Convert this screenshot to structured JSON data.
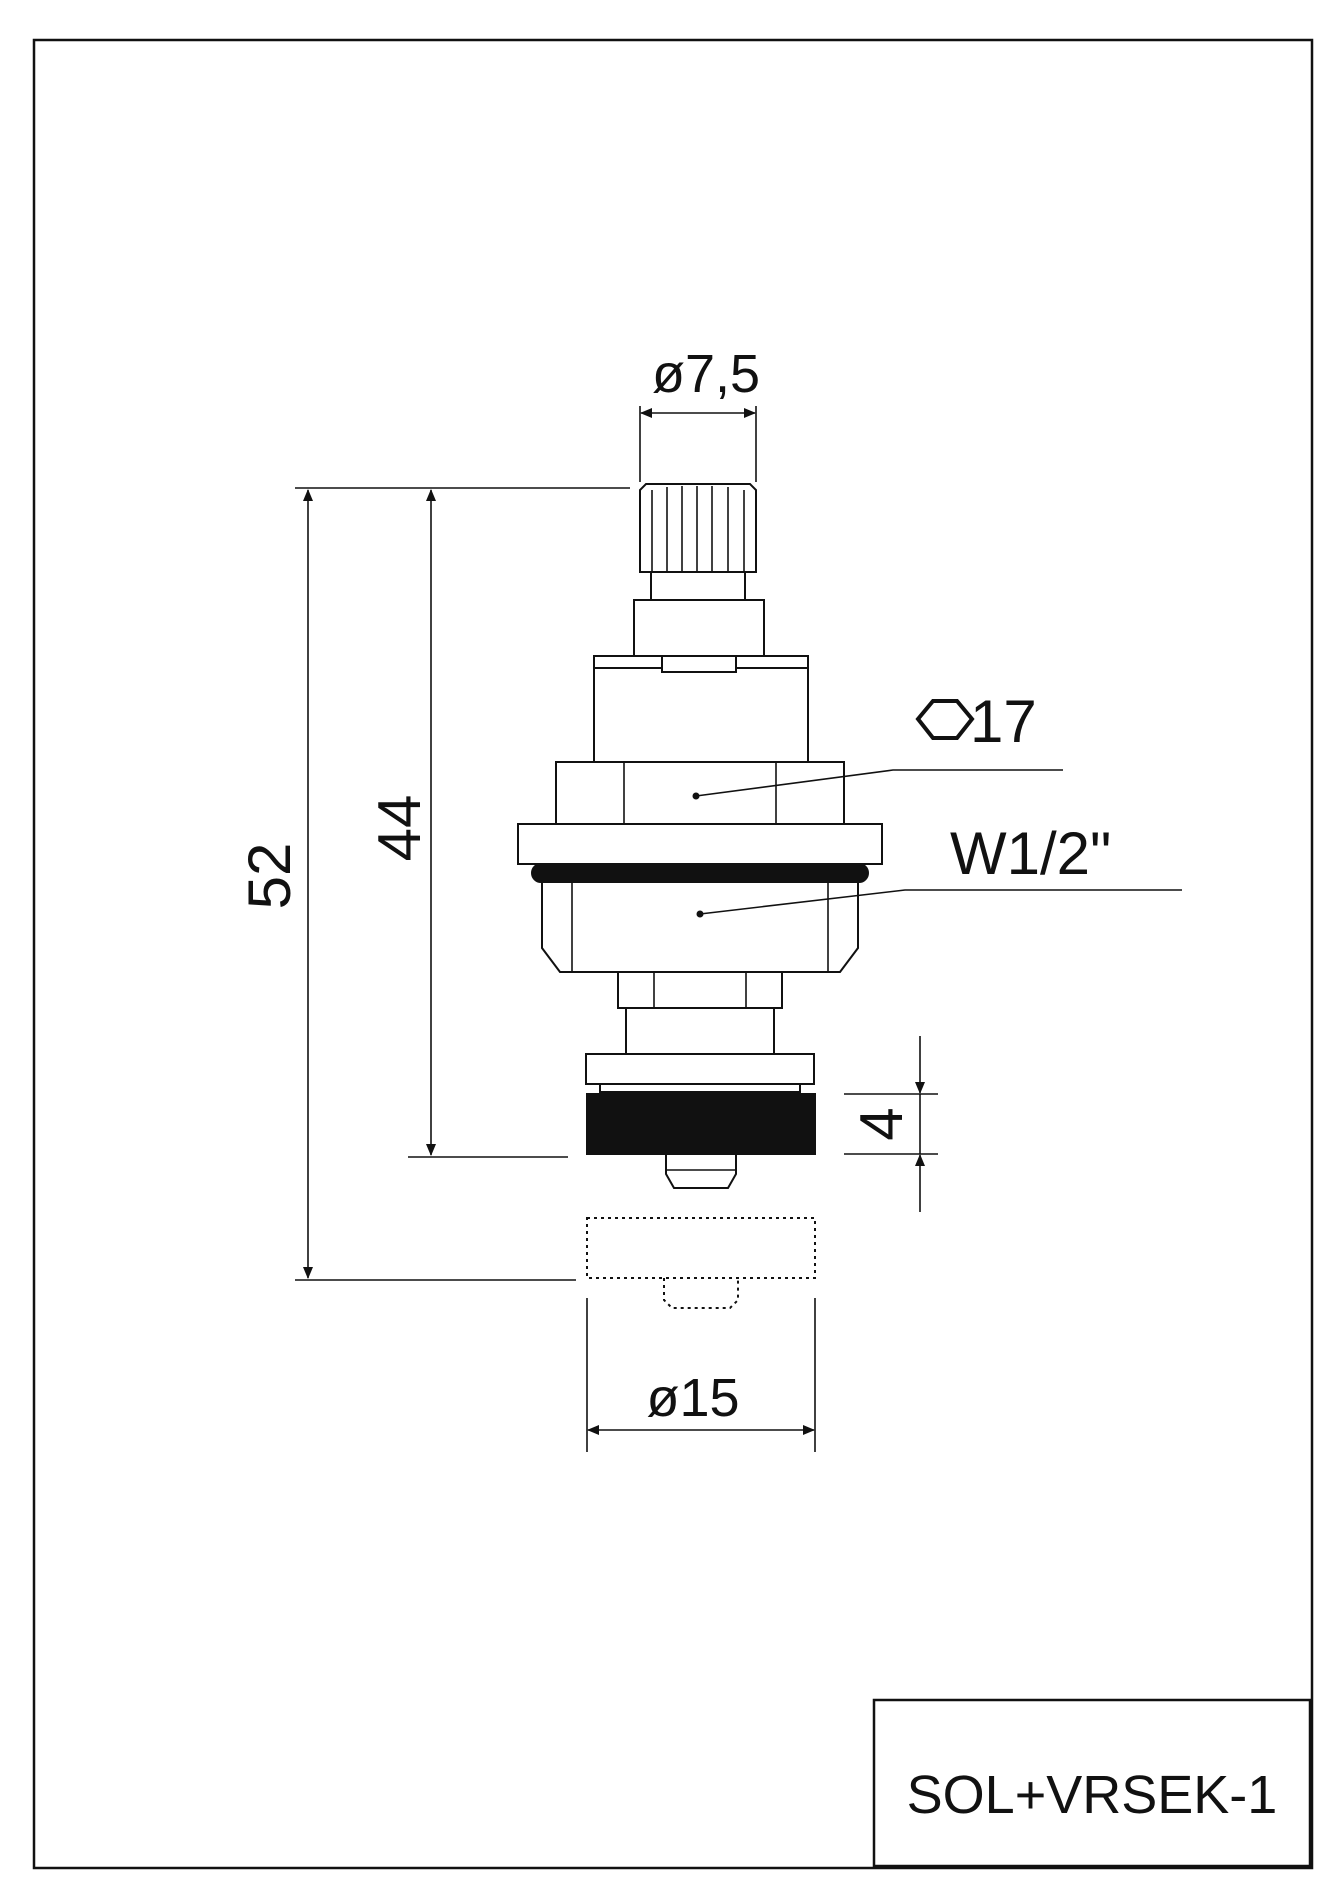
{
  "drawing": {
    "colors": {
      "line": "#111111",
      "background": "#ffffff"
    },
    "dimensions": {
      "stem_diameter": "ø7,5",
      "hex_size": "17",
      "thread": "W1/2\"",
      "total_height": "52",
      "body_height": "44",
      "washer_thickness": "4",
      "washer_diameter": "ø15"
    },
    "icons": {
      "hex_symbol": "hexagon-icon"
    },
    "title_block": {
      "part_code": "SOL+VRSEK-1"
    }
  }
}
